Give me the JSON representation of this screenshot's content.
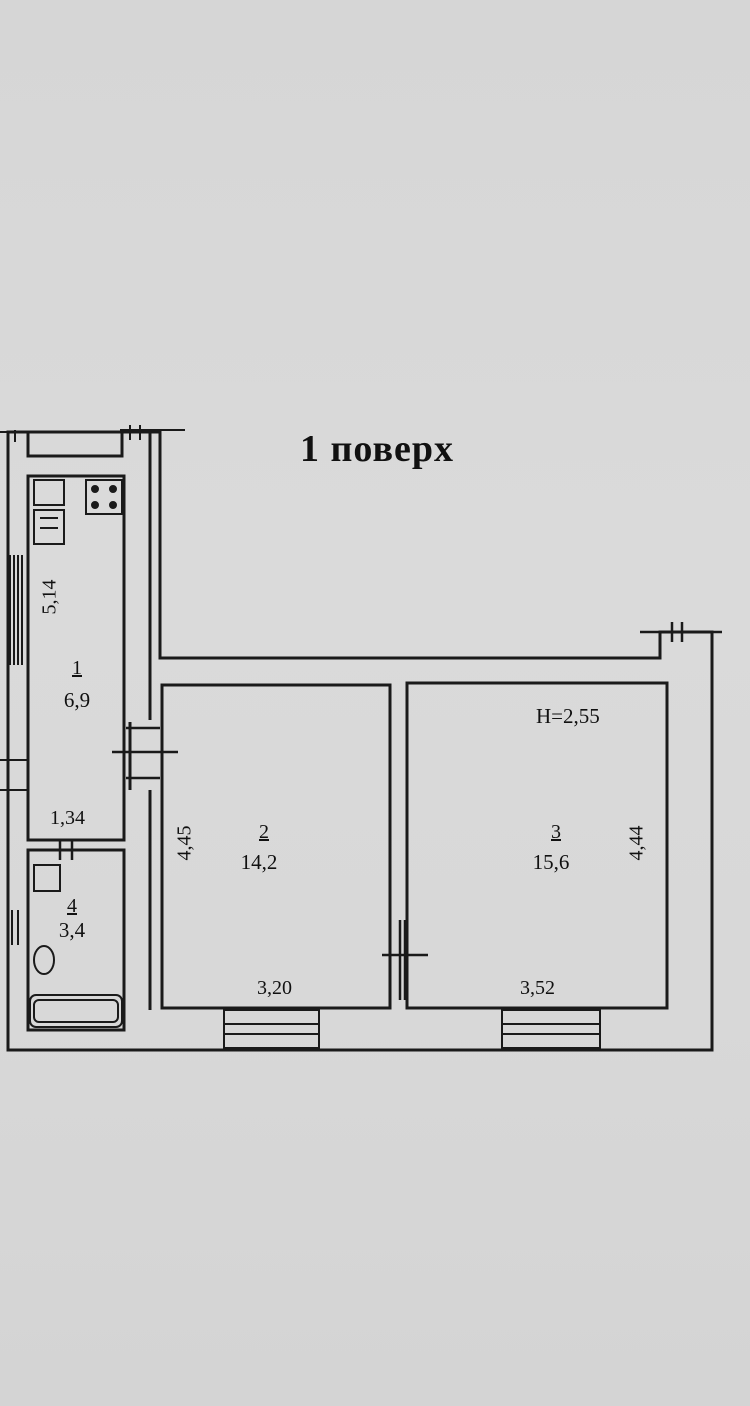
{
  "floor_title": "1 поверх",
  "ceiling_height": "H=2,55",
  "rooms": [
    {
      "number": "1",
      "area": "6,9"
    },
    {
      "number": "2",
      "area": "14,2"
    },
    {
      "number": "3",
      "area": "15,6"
    },
    {
      "number": "4",
      "area": "3,4"
    }
  ],
  "dimensions": {
    "room1_length": "5,14",
    "room1_width": "1,34",
    "room2_length": "4,45",
    "room2_width": "3,20",
    "room3_length": "4,44",
    "room3_width": "3,52"
  },
  "colors": {
    "paper": "#d8d8d8",
    "ink": "#111111"
  }
}
